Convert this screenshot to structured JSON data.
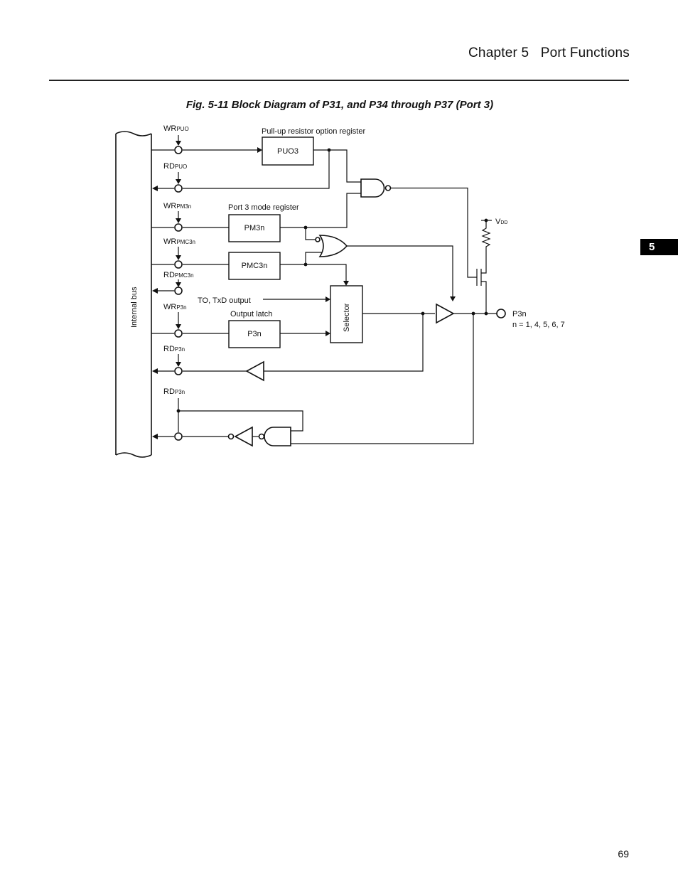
{
  "header": {
    "chapter": "Chapter 5   Port Functions"
  },
  "side_tab": {
    "label": "5"
  },
  "figure": {
    "caption": "Fig. 5-11  Block Diagram of P31, and P34 through P37 (Port 3)",
    "bus_label": "Internal bus",
    "signals": {
      "wr_puo": {
        "base": "WR",
        "sub": "PUO"
      },
      "rd_puo": {
        "base": "RD",
        "sub": "PUO"
      },
      "wr_pm3n": {
        "base": "WR",
        "sub": "PM3n"
      },
      "wr_pmc3n": {
        "base": "WR",
        "sub": "PMC3n"
      },
      "rd_pmc3n": {
        "base": "RD",
        "sub": "PMC3n"
      },
      "wr_p3n": {
        "base": "WR",
        "sub": "P3n"
      },
      "rd_p3n_1": {
        "base": "RD",
        "sub": "P3n"
      },
      "rd_p3n_2": {
        "base": "RD",
        "sub": "P3n"
      }
    },
    "register_labels": {
      "pullup": "Pull-up resistor option register",
      "mode": "Port 3 mode register",
      "to_txd": "TO, TxD output",
      "latch": "Output latch"
    },
    "blocks": {
      "puo3": "PUO3",
      "pm3n": "PM3n",
      "pmc3n": "PMC3n",
      "p3n": "P3n",
      "selector": "Selector"
    },
    "vdd": {
      "base": "V",
      "sub": "DD"
    },
    "pin": {
      "name": "P3n",
      "note": "n = 1, 4, 5, 6, 7"
    }
  },
  "footer": {
    "page": "69"
  }
}
